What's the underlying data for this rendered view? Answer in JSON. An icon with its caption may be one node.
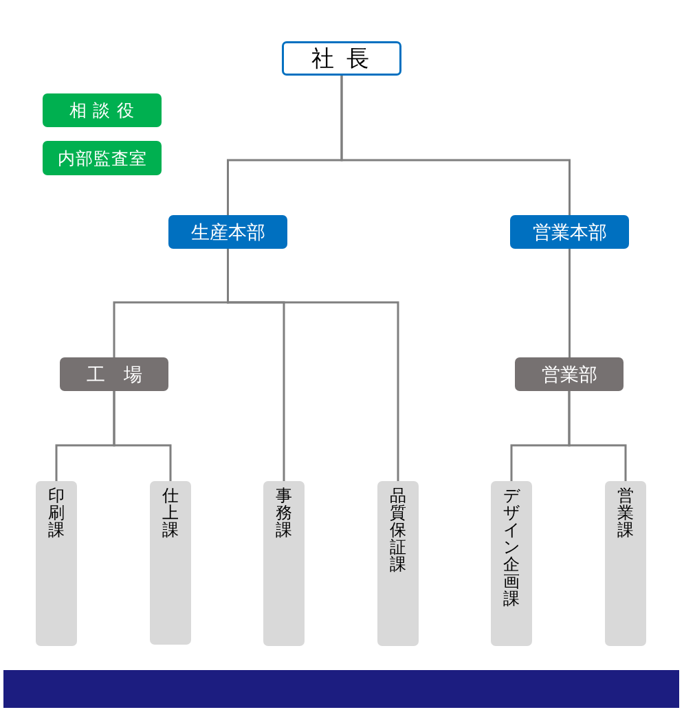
{
  "diagram": {
    "nodes": [
      {
        "text": [
          "社 長"
        ]
      },
      {
        "text": [
          "相 談 役"
        ]
      },
      {
        "text": [
          "内部監査室"
        ]
      },
      {
        "text": [
          "生産本部"
        ]
      },
      {
        "text": [
          "営業本部"
        ]
      },
      {
        "text": [
          "工　場"
        ]
      },
      {
        "text": [
          "営業部"
        ]
      },
      {
        "text": [
          "印刷課"
        ]
      },
      {
        "text": [
          "仕上課"
        ]
      },
      {
        "text": [
          "事務課"
        ]
      },
      {
        "text": [
          "品質保証課"
        ]
      },
      {
        "text": [
          "デザイン企画課"
        ]
      },
      {
        "text": [
          "営業課"
        ]
      }
    ],
    "edges": [
      {
        "from": 0,
        "to": 3,
        "arrow": "none"
      },
      {
        "from": 0,
        "to": 4,
        "arrow": "none"
      },
      {
        "from": 3,
        "to": 5,
        "arrow": "none"
      },
      {
        "from": 3,
        "to": 9,
        "arrow": "none"
      },
      {
        "from": 3,
        "to": 10,
        "arrow": "none"
      },
      {
        "from": 4,
        "to": 6,
        "arrow": "none"
      },
      {
        "from": 5,
        "to": 7,
        "arrow": "none"
      },
      {
        "from": 5,
        "to": 8,
        "arrow": "none"
      },
      {
        "from": 6,
        "to": 11,
        "arrow": "none"
      },
      {
        "from": 6,
        "to": 12,
        "arrow": "none"
      }
    ]
  }
}
